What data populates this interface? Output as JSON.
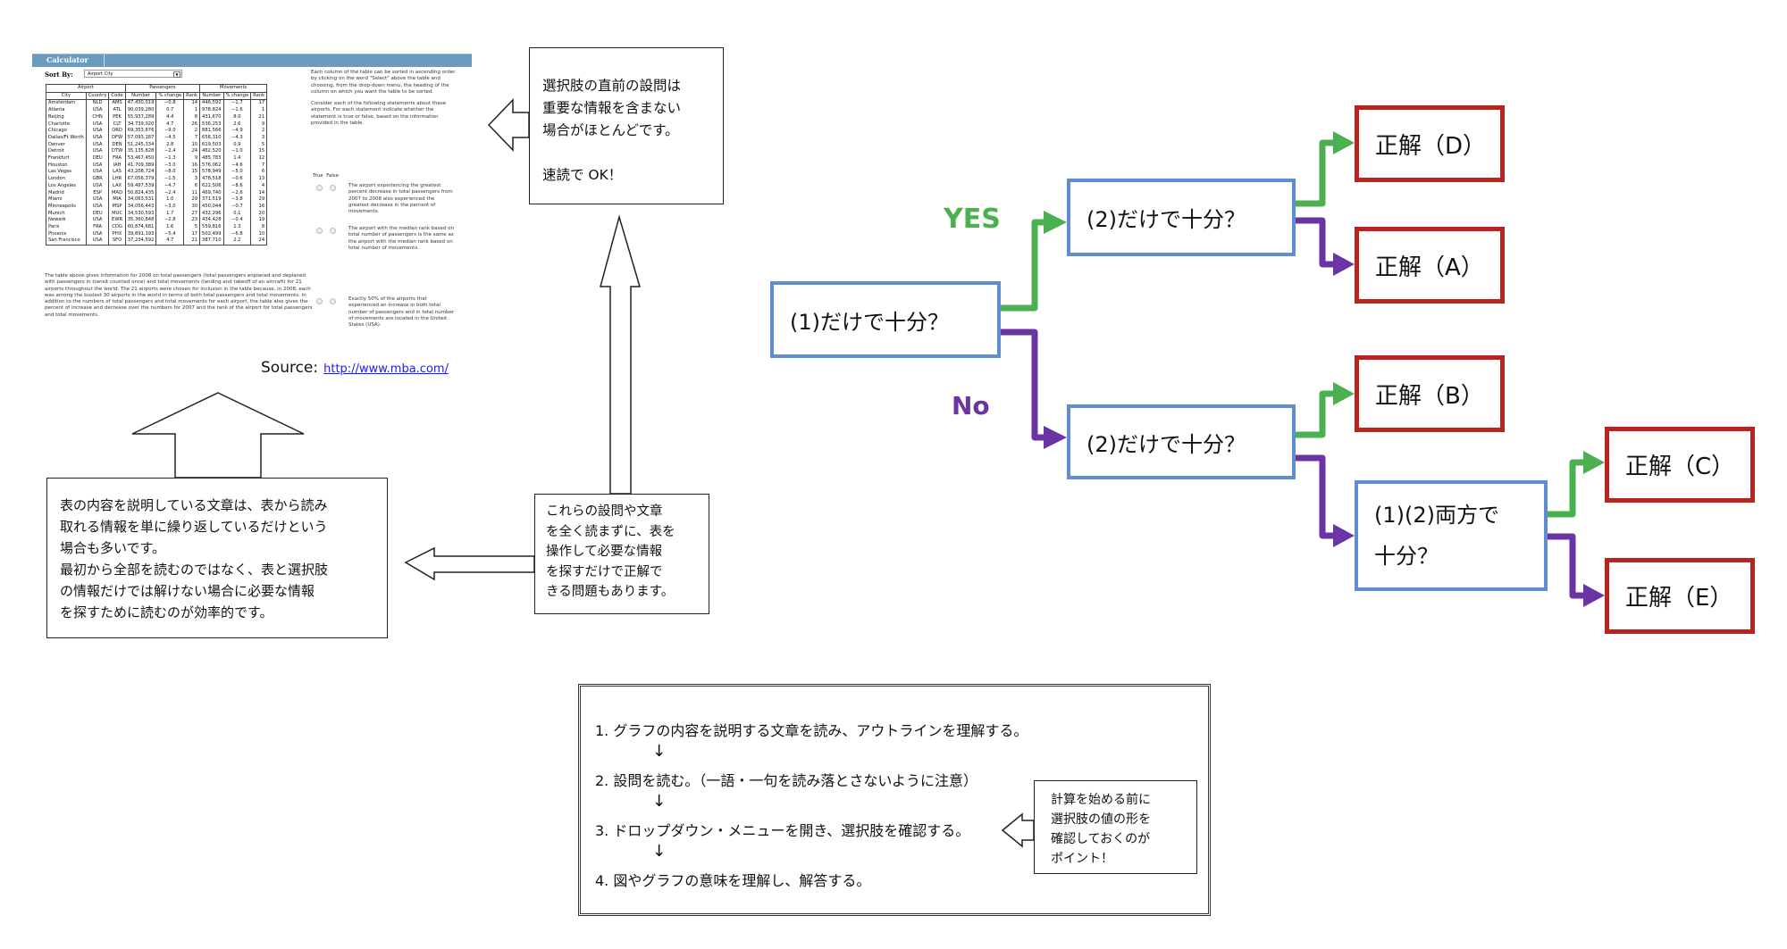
{
  "calculator": {
    "title": "Calculator",
    "sort_by_label": "Sort By:",
    "sort_by_value": "Airport City",
    "table": {
      "group_headers": [
        "Airport",
        "Passengers",
        "Movements"
      ],
      "columns": [
        "City",
        "Country",
        "Code",
        "Number",
        "% change",
        "Rank",
        "Number",
        "% change",
        "Rank"
      ],
      "rows": [
        [
          "Amsterdam",
          "NLD",
          "AMS",
          "47,430,019",
          "−0.8",
          "14",
          "446,592",
          "−1.7",
          "17"
        ],
        [
          "Atlanta",
          "USA",
          "ATL",
          "90,039,280",
          "0.7",
          "1",
          "978,824",
          "−1.6",
          "1"
        ],
        [
          "Beijing",
          "CHN",
          "PEK",
          "55,937,289",
          "4.4",
          "8",
          "431,670",
          "8.0",
          "21"
        ],
        [
          "Charlotte",
          "USA",
          "CLT",
          "34,739,020",
          "4.7",
          "26",
          "536,253",
          "2.6",
          "9"
        ],
        [
          "Chicago",
          "USA",
          "ORD",
          "69,353,876",
          "−9.0",
          "2",
          "881,566",
          "−4.9",
          "2"
        ],
        [
          "Dallas/Ft Worth",
          "USA",
          "DFW",
          "57,093,187",
          "−4.5",
          "7",
          "656,310",
          "−4.3",
          "3"
        ],
        [
          "Denver",
          "USA",
          "DEN",
          "51,245,334",
          "2.8",
          "10",
          "619,503",
          "0.9",
          "5"
        ],
        [
          "Detroit",
          "USA",
          "DTW",
          "35,135,828",
          "−2.4",
          "24",
          "462,520",
          "−1.0",
          "15"
        ],
        [
          "Frankfurt",
          "DEU",
          "FRA",
          "53,467,450",
          "−1.3",
          "9",
          "485,783",
          "1.4",
          "12"
        ],
        [
          "Houston",
          "USA",
          "IAH",
          "41,709,389",
          "−3.0",
          "16",
          "576,062",
          "−4.6",
          "7"
        ],
        [
          "Las Vegas",
          "USA",
          "LAS",
          "43,208,724",
          "−8.0",
          "15",
          "578,949",
          "−5.0",
          "6"
        ],
        [
          "London",
          "GBR",
          "LHR",
          "67,056,379",
          "−1.5",
          "3",
          "478,518",
          "−0.6",
          "13"
        ],
        [
          "Los Angeles",
          "USA",
          "LAX",
          "59,497,539",
          "−4.7",
          "6",
          "622,506",
          "−8.6",
          "4"
        ],
        [
          "Madrid",
          "ESP",
          "MAD",
          "50,824,435",
          "−2.4",
          "11",
          "469,740",
          "−2.6",
          "14"
        ],
        [
          "Miami",
          "USA",
          "MIA",
          "34,063,531",
          "1.0",
          "29",
          "371,519",
          "−3.8",
          "29"
        ],
        [
          "Minneapolis",
          "USA",
          "MSP",
          "34,056,443",
          "−3.0",
          "30",
          "450,044",
          "−0.7",
          "16"
        ],
        [
          "Munich",
          "DEU",
          "MUC",
          "34,530,593",
          "1.7",
          "27",
          "432,296",
          "0.1",
          "20"
        ],
        [
          "Newark",
          "USA",
          "EWR",
          "35,360,848",
          "−2.8",
          "23",
          "434,428",
          "−0.4",
          "19"
        ],
        [
          "Paris",
          "FRA",
          "CDG",
          "60,874,681",
          "1.6",
          "5",
          "559,816",
          "1.3",
          "8"
        ],
        [
          "Phoenix",
          "USA",
          "PHX",
          "39,891,193",
          "−5.4",
          "17",
          "502,499",
          "−6.8",
          "10"
        ],
        [
          "San Francisco",
          "USA",
          "SFO",
          "37,234,592",
          "4.7",
          "21",
          "387,710",
          "2.2",
          "24"
        ]
      ]
    },
    "description": "The table above gives information for 2008 on total passengers (total passengers enplaned and deplaned with passengers in transit counted once) and total movements (landing and takeoff of an aircraft) for 21 airports throughout the world. The 21 airports were chosen for inclusion in the table because, in 2008, each was among the busiest 30 airports in the world in terms of both total passengers and total movements. In addition to the numbers of total passengers and total movements for each airport, the table also gives the percent of increase and decrease over the numbers for 2007 and the rank of the airport for total passengers and total movements.",
    "instructions": [
      "Each column of the table can be sorted in ascending order by clicking on the word \"Select\" above the table and choosing, from the drop-down menu, the heading of the column on which you want the table to be sorted.",
      "Consider each of the following statements about these airports. For each statement indicate whether the statement is true or false, based on the information provided in the table."
    ],
    "true_label": "True",
    "false_label": "False",
    "statements": [
      "The airport experiencing the greatest percent decrease in total passengers from 2007 to 2008 also experienced the greatest decrease in the percent of movements.",
      "The airport with the median rank based on total number of passengers is the same as the airport with the median rank based on total number of movements.",
      "Exactly 50% of the airports that experienced an increase in both total number of passengers and in total number of movements are located in the United States (USA)."
    ]
  },
  "source": {
    "label": "Source:",
    "link": "http://www.mba.com/"
  },
  "callouts": {
    "options_note": [
      "選択肢の直前の設問は",
      "重要な情報を含まない",
      "場合がほとんどです。",
      "",
      "速読で OK！"
    ],
    "description_note": [
      "表の内容を説明している文章は、表から読み",
      "取れる情報を単に繰り返しているだけという",
      "場合も多いです。",
      "最初から全部を読むのではなく、表と選択肢",
      "の情報だけでは解けない場合に必要な情報",
      "を探すために読むのが効率的です。"
    ],
    "skip_note": [
      "これらの設問や文章",
      "を全く読まずに、表を",
      "操作して必要な情報",
      "を探すだけで正解で",
      "きる問題もあります。"
    ],
    "calc_note": [
      "計算を始める前に",
      "選択肢の値の形を",
      "確認しておくのが",
      "ポイント！"
    ]
  },
  "steps": {
    "items": [
      "1.  グラフの内容を説明する文章を読み、アウトラインを理解する。",
      "2.  設問を読む。（一語・一句を読み落とさないように注意）",
      "3.  ドロップダウン・メニューを開き、選択肢を確認する。",
      "4.  図やグラフの意味を理解し、解答する。"
    ],
    "arrow": "↓"
  },
  "flowchart": {
    "q1": "(1)だけで十分？",
    "q2_yes": "(2)だけで十分？",
    "q2_no": "(2)だけで十分？",
    "q3": [
      "(1)(2)両方で",
      "十分？"
    ],
    "yes_label": "YES",
    "no_label": "No",
    "answers": {
      "d": "正解（D）",
      "a": "正解（A）",
      "b": "正解（B）",
      "c": "正解（C）",
      "e": "正解（E）"
    },
    "colors": {
      "yes": "#4caf50",
      "no": "#6a35a2",
      "question_border": "#5f8dd0",
      "answer_border": "#b8241f"
    }
  }
}
